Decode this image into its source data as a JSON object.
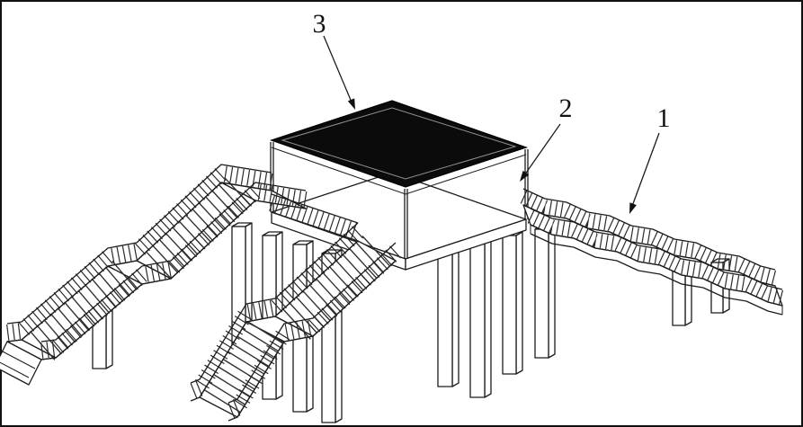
{
  "figure": {
    "background_color": "#ffffff",
    "line_color": "#1c1c1c",
    "canopy_fill": "#0b0b0b",
    "callouts": {
      "part1": "1",
      "part2": "2",
      "part3": "3"
    }
  }
}
